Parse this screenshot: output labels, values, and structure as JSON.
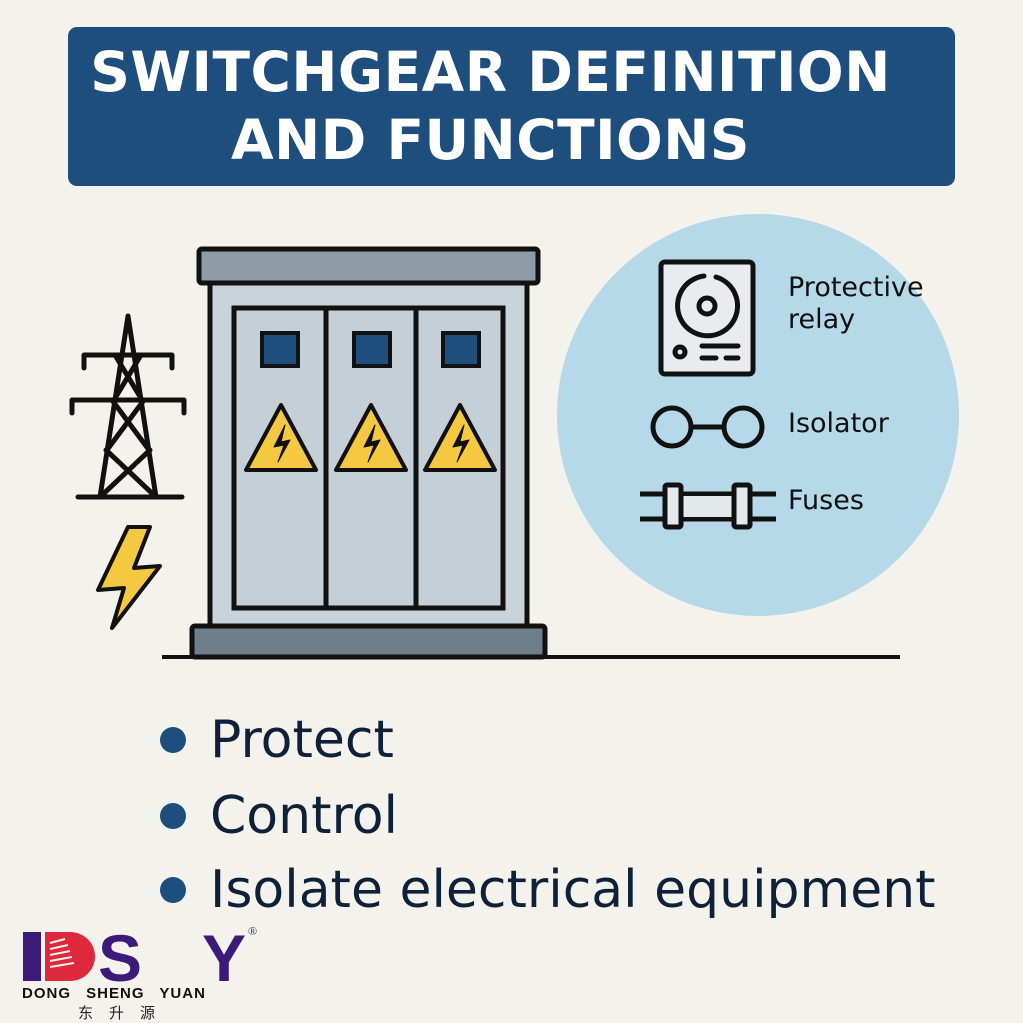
{
  "title": {
    "line1": "SWITCHGEAR DEFINITION",
    "line2": "AND FUNCTIONS"
  },
  "components": [
    {
      "label_line1": "Protective",
      "label_line2": "relay",
      "icon": "protective-relay-icon"
    },
    {
      "label": "Isolator",
      "icon": "isolator-icon"
    },
    {
      "label": "Fuses",
      "icon": "fuse-icon"
    }
  ],
  "functions": [
    "Protect",
    "Control",
    "Isolate electrical equipment"
  ],
  "logo": {
    "mark": "DSY",
    "registered": "®",
    "name_en": "DONG SHENG YUAN",
    "name_cn": "东升源"
  },
  "colors": {
    "primary": "#1d4e7e",
    "circle": "#b5d9e8",
    "warning": "#f5c842",
    "background": "#f4f2ed"
  }
}
